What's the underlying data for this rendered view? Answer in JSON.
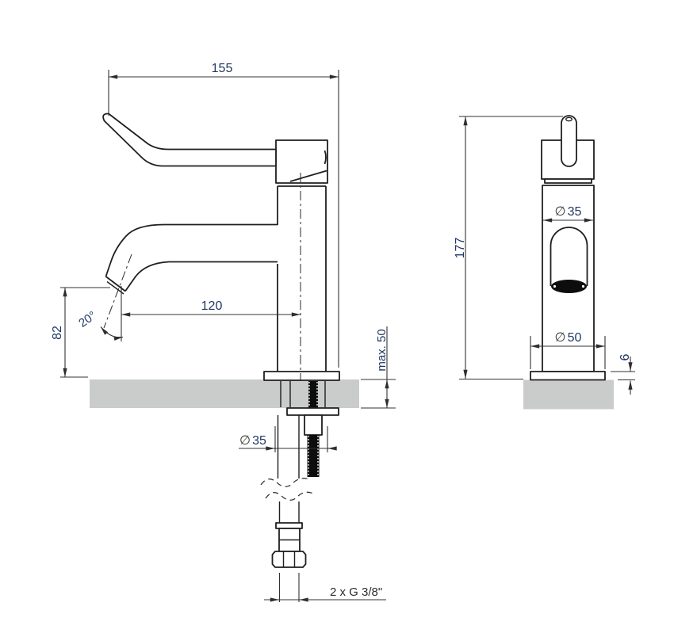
{
  "dimensions": {
    "side_view": {
      "overall_width": "155",
      "spout_reach": "120",
      "spout_outlet_height": "82",
      "outlet_angle": "20°",
      "max_counter_thickness": "max. 50",
      "shank_diameter_symbol": "∅",
      "shank_diameter_value": "35",
      "supply_connection": "2 x G 3/8\""
    },
    "front_view": {
      "overall_height": "177",
      "body_diameter_symbol": "∅",
      "body_diameter_value": "35",
      "base_diameter_symbol": "∅",
      "base_diameter_value": "50",
      "base_plate_height": "6"
    }
  },
  "colors": {
    "dimension_text": "#203864",
    "diameter_symbol_text": "#3a3a3a",
    "annotation_text": "#2b2b2b",
    "outline": "#1f1f1f",
    "dimension_line": "#333333",
    "counter_fill": "#cacccc",
    "aerator_fill": "#0d0d0d"
  }
}
